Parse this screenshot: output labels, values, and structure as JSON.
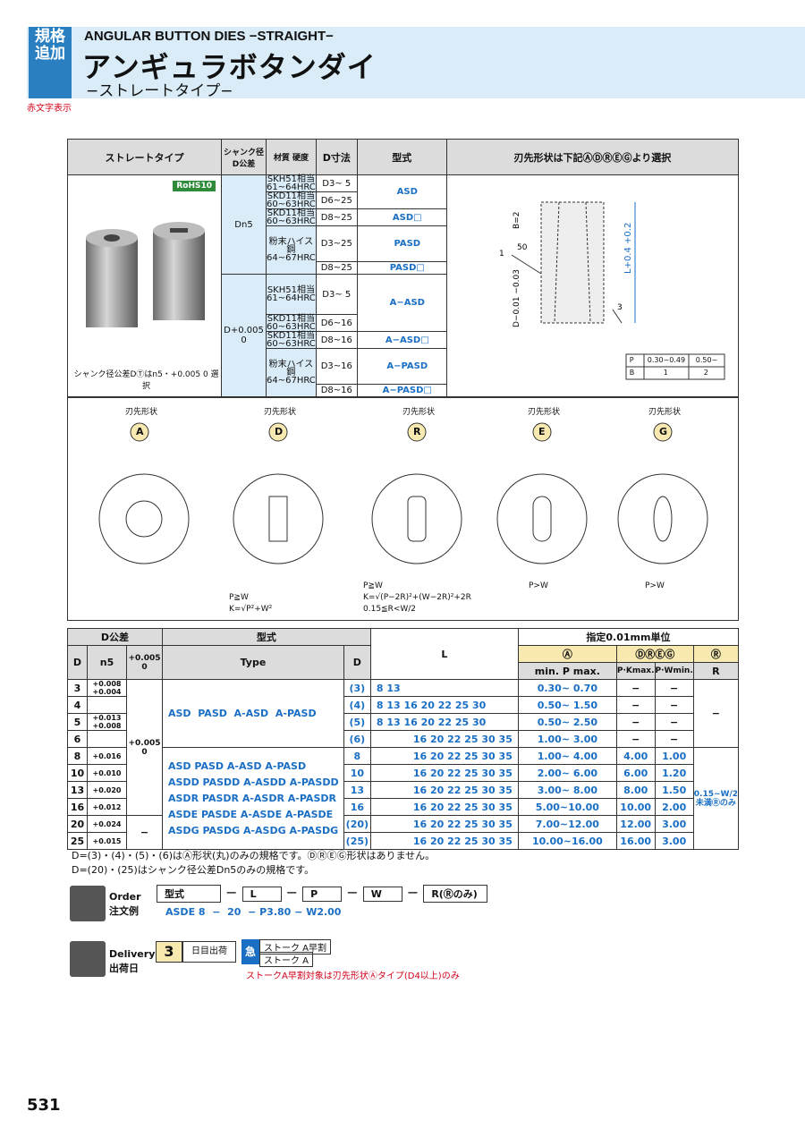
{
  "header": {
    "tag": "規格追加",
    "red_label": "赤文字表示",
    "title_en": "ANGULAR BUTTON DIES −STRAIGHT−",
    "title_jp": "アンギュラボタンダイ",
    "subtitle": "−ストレートタイプ−"
  },
  "table1": {
    "headers": [
      "ストレートタイプ",
      "シャンク径D公差",
      "材質 硬度",
      "D寸法",
      "型式",
      "刃先形状は下記ⒶⒹⓇⒺⒼより選択"
    ],
    "rohs": "RoHS10",
    "shank_note": "シャンク径公差DⓉはn5・+0.005 0 選択",
    "group1_tol": "Dn5",
    "group2_tol": "D+0.005 0",
    "rows": [
      {
        "mat": "SKH51相当 61~64HRC",
        "d": "D3~ 5",
        "type": "ASD"
      },
      {
        "mat": "SKD11相当 60~63HRC",
        "d": "D6~25",
        "type": ""
      },
      {
        "mat": "SKD11相当 60~63HRC",
        "d": "D8~25",
        "type": "ASD□"
      },
      {
        "mat": "粉末ハイス鋼 64~67HRC",
        "d": "D3~25",
        "type": "PASD"
      },
      {
        "mat": "",
        "d": "D8~25",
        "type": "PASD□"
      },
      {
        "mat": "SKH51相当 61~64HRC",
        "d": "D3~ 5",
        "type": "A−ASD"
      },
      {
        "mat": "SKD11相当 60~63HRC",
        "d": "D6~16",
        "type": ""
      },
      {
        "mat": "SKD11相当 60~63HRC",
        "d": "D8~16",
        "type": "A−ASD□"
      },
      {
        "mat": "粉末ハイス鋼 64~67HRC",
        "d": "D3~16",
        "type": "A−PASD"
      },
      {
        "mat": "",
        "d": "D8~16",
        "type": "A−PASD□"
      }
    ],
    "pb_table": {
      "p_label": "P",
      "b_label": "B",
      "p1": "0.30~0.49",
      "p2": "0.50~",
      "b1": "1",
      "b2": "2"
    }
  },
  "shapes": [
    {
      "label": "刃先形状",
      "code": "A"
    },
    {
      "label": "刃先形状",
      "code": "D"
    },
    {
      "label": "刃先形状",
      "code": "R"
    },
    {
      "label": "刃先形状",
      "code": "E"
    },
    {
      "label": "刃先形状",
      "code": "G"
    }
  ],
  "shape_notes": {
    "d": [
      "P≧W",
      "K=√P²+W²"
    ],
    "r": [
      "P≧W",
      "K=√(P−2R)²+(W−2R)²+2R",
      "0.15≦R<W/2"
    ],
    "e": [
      "P>W"
    ],
    "g": [
      "P>W"
    ]
  },
  "table2": {
    "unit": "指定0.01mm単位",
    "headers": [
      "D公差",
      "型式",
      "L",
      "Ⓐ",
      "ⒹⓇⒺⒼ",
      "Ⓡ"
    ],
    "subheaders": [
      "D",
      "n5",
      "+0.005 0",
      "Type",
      "D",
      "min. P max.",
      "P·Kmax.",
      "P·Wmin.",
      "R"
    ],
    "rows": [
      {
        "d": "3",
        "n5": "+0.008 +0.004",
        "dd": "(3)",
        "l": "8 13",
        "p": "0.30~ 0.70",
        "pk": "−",
        "pw": "−"
      },
      {
        "d": "4",
        "n5": "",
        "dd": "(4)",
        "l": "8 13 16 20 22 25 30",
        "p": "0.50~ 1.50",
        "pk": "−",
        "pw": "−"
      },
      {
        "d": "5",
        "n5": "+0.013 +0.008",
        "dd": "(5)",
        "l": "8 13 16 20 22 25 30",
        "p": "0.50~ 2.50",
        "pk": "−",
        "pw": "−"
      },
      {
        "d": "6",
        "n5": "",
        "dd": "(6)",
        "l": "16 20 22 25 30 35",
        "p": "1.00~ 3.00",
        "pk": "−",
        "pw": "−"
      },
      {
        "d": "8",
        "n5": "+0.016",
        "dd": "8",
        "l": "16 20 22 25 30 35",
        "p": "1.00~ 4.00",
        "pk": "4.00",
        "pw": "1.00"
      },
      {
        "d": "10",
        "n5": "+0.010",
        "dd": "10",
        "l": "16 20 22 25 30 35",
        "p": "2.00~ 6.00",
        "pk": "6.00",
        "pw": "1.20"
      },
      {
        "d": "13",
        "n5": "+0.020",
        "dd": "13",
        "l": "16 20 22 25 30 35",
        "p": "3.00~ 8.00",
        "pk": "8.00",
        "pw": "1.50"
      },
      {
        "d": "16",
        "n5": "+0.012",
        "dd": "16",
        "l": "16 20 22 25 30 35",
        "p": "5.00~10.00",
        "pk": "10.00",
        "pw": "2.00"
      },
      {
        "d": "20",
        "n5": "+0.024",
        "dd": "(20)",
        "l": "16 20 22 25 30 35",
        "p": "7.00~12.00",
        "pk": "12.00",
        "pw": "3.00"
      },
      {
        "d": "25",
        "n5": "+0.015",
        "dd": "(25)",
        "l": "16 20 22 25 30 35",
        "p": "10.00~16.00",
        "pk": "16.00",
        "pw": "3.00"
      }
    ],
    "types_a": [
      "ASD",
      "PASD",
      "A-ASD",
      "A-PASD"
    ],
    "types_d": [
      "ASDD",
      "PASDD",
      "A-ASDD",
      "A-PASDD"
    ],
    "types_r": [
      "ASDR",
      "PASDR",
      "A-ASDR",
      "A-PASDR"
    ],
    "types_e": [
      "ASDE",
      "PASDE",
      "A-ASDE",
      "A-PASDE"
    ],
    "types_g": [
      "ASDG",
      "PASDG",
      "A-ASDG",
      "A-PASDG"
    ],
    "r_note": "0.15~W/2未満Ⓡのみ"
  },
  "notes": [
    "D=(3)・(4)・(5)・(6)はⒶ形状(丸)のみの規格です。ⒹⓇⒺⒼ形状はありません。",
    "D=(20)・(25)はシャンク径公差Dn5のみの規格です。"
  ],
  "order": {
    "label_en": "Order",
    "label_jp": "注文例",
    "fields": [
      "型式",
      "L",
      "P",
      "W",
      "R(Ⓡのみ)"
    ],
    "example": "ASDE 8  −  20  − P3.80 − W2.00"
  },
  "delivery": {
    "label_en": "Delivery",
    "label_jp": "出荷日",
    "days": "3",
    "days_label": "日目出荷",
    "express1": "ストーク A早割",
    "express2": "ストーク A",
    "note": "ストークA早割対象は刃先形状Ⓐタイプ(D4以上)のみ"
  },
  "page_number": "531"
}
